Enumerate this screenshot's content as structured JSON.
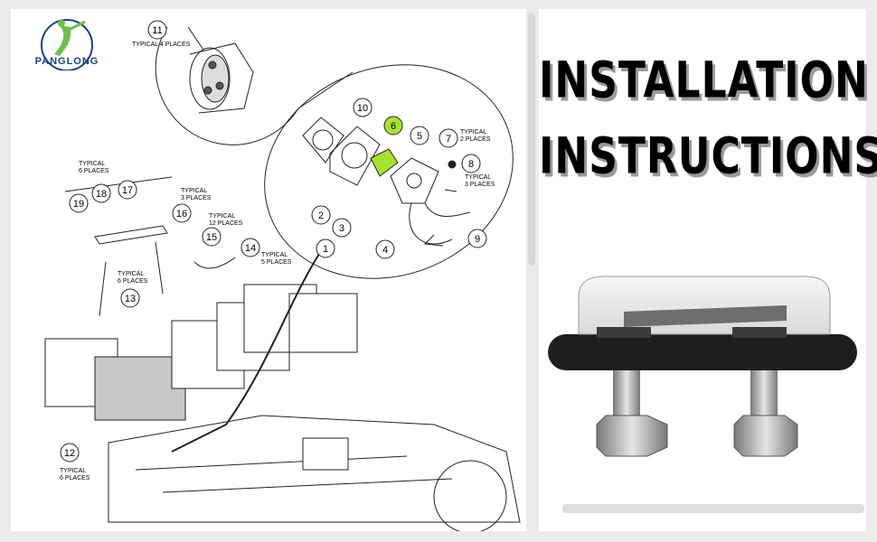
{
  "brand": {
    "name": "PANGLONG"
  },
  "heading": {
    "line1": "INSTALLATION",
    "line2": "INSTRUCTIONS"
  },
  "diagram": {
    "callouts": [
      "1",
      "2",
      "3",
      "4",
      "5",
      "6",
      "7",
      "8",
      "9",
      "10",
      "11",
      "12",
      "13",
      "14",
      "15",
      "16",
      "17",
      "18",
      "19"
    ],
    "notes": {
      "n11": "TYPICAL 4 PLACES",
      "n7a": "TYPICAL",
      "n7b": "2 PLACES",
      "n8a": "TYPICAL",
      "n8b": "3 PLACES",
      "n19a": "TYPICAL",
      "n19b": "6 PLACES",
      "n17a": "TYPICAL",
      "n17b": "3 PLACES",
      "n15a": "TYPICAL",
      "n15b": "12 PLACES",
      "n14a": "TYPICAL",
      "n14b": "5 PLACES",
      "n13a": "TYPICAL",
      "n13b": "6 PLACES",
      "n12a": "TYPICAL",
      "n12b": "6 PLACES"
    },
    "highlight_color": "#a6e22e"
  }
}
